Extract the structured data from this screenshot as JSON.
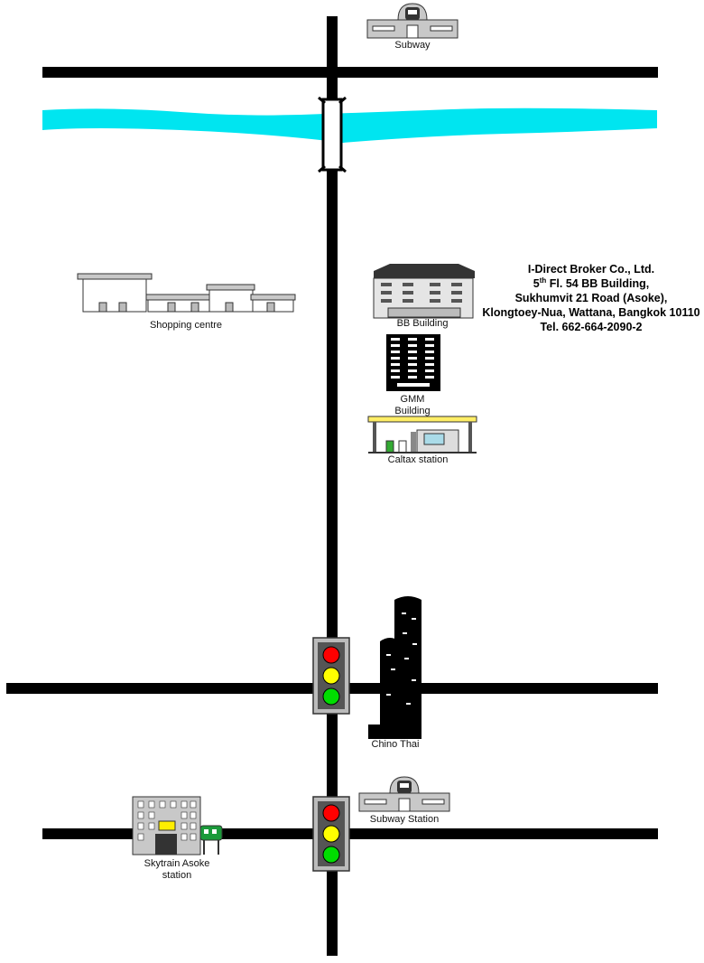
{
  "labels": {
    "subway_top": "Subway",
    "shopping": "Shopping centre",
    "bb": "BB Building",
    "gmm": "GMM",
    "gmm2": "Building",
    "caltex": "Caltax  station",
    "chino": "Chino Thai",
    "subway_station": "Subway Station",
    "skytrain": "Skytrain Asoke",
    "skytrain2": "station"
  },
  "address": {
    "line1": "I-Direct Broker Co., Ltd.",
    "line2_num": "5",
    "line2_sup": "th",
    "line2_rest": " Fl. 54 BB Building,",
    "line3": "Sukhumvit 21 Road (Asoke),",
    "line4": "Klongtoey-Nua, Wattana, Bangkok 10110",
    "line5": "Tel. 662-664-2090-2"
  },
  "colors": {
    "road": "#000000",
    "river": "#00e5f0",
    "light_red": "#ff0000",
    "light_yellow": "#ffff00",
    "light_green": "#00dd00",
    "building_gray": "#c8c8c8",
    "skytrain_window": "#ffee00",
    "tram_green": "#1a9a3a"
  },
  "icons": [
    "subway-icon",
    "bridge-icon",
    "shopping-centre-icon",
    "bb-building-icon",
    "gmm-building-icon",
    "gas-station-icon",
    "traffic-light-icon",
    "chino-thai-tower-icon",
    "skytrain-station-icon",
    "tram-icon"
  ]
}
